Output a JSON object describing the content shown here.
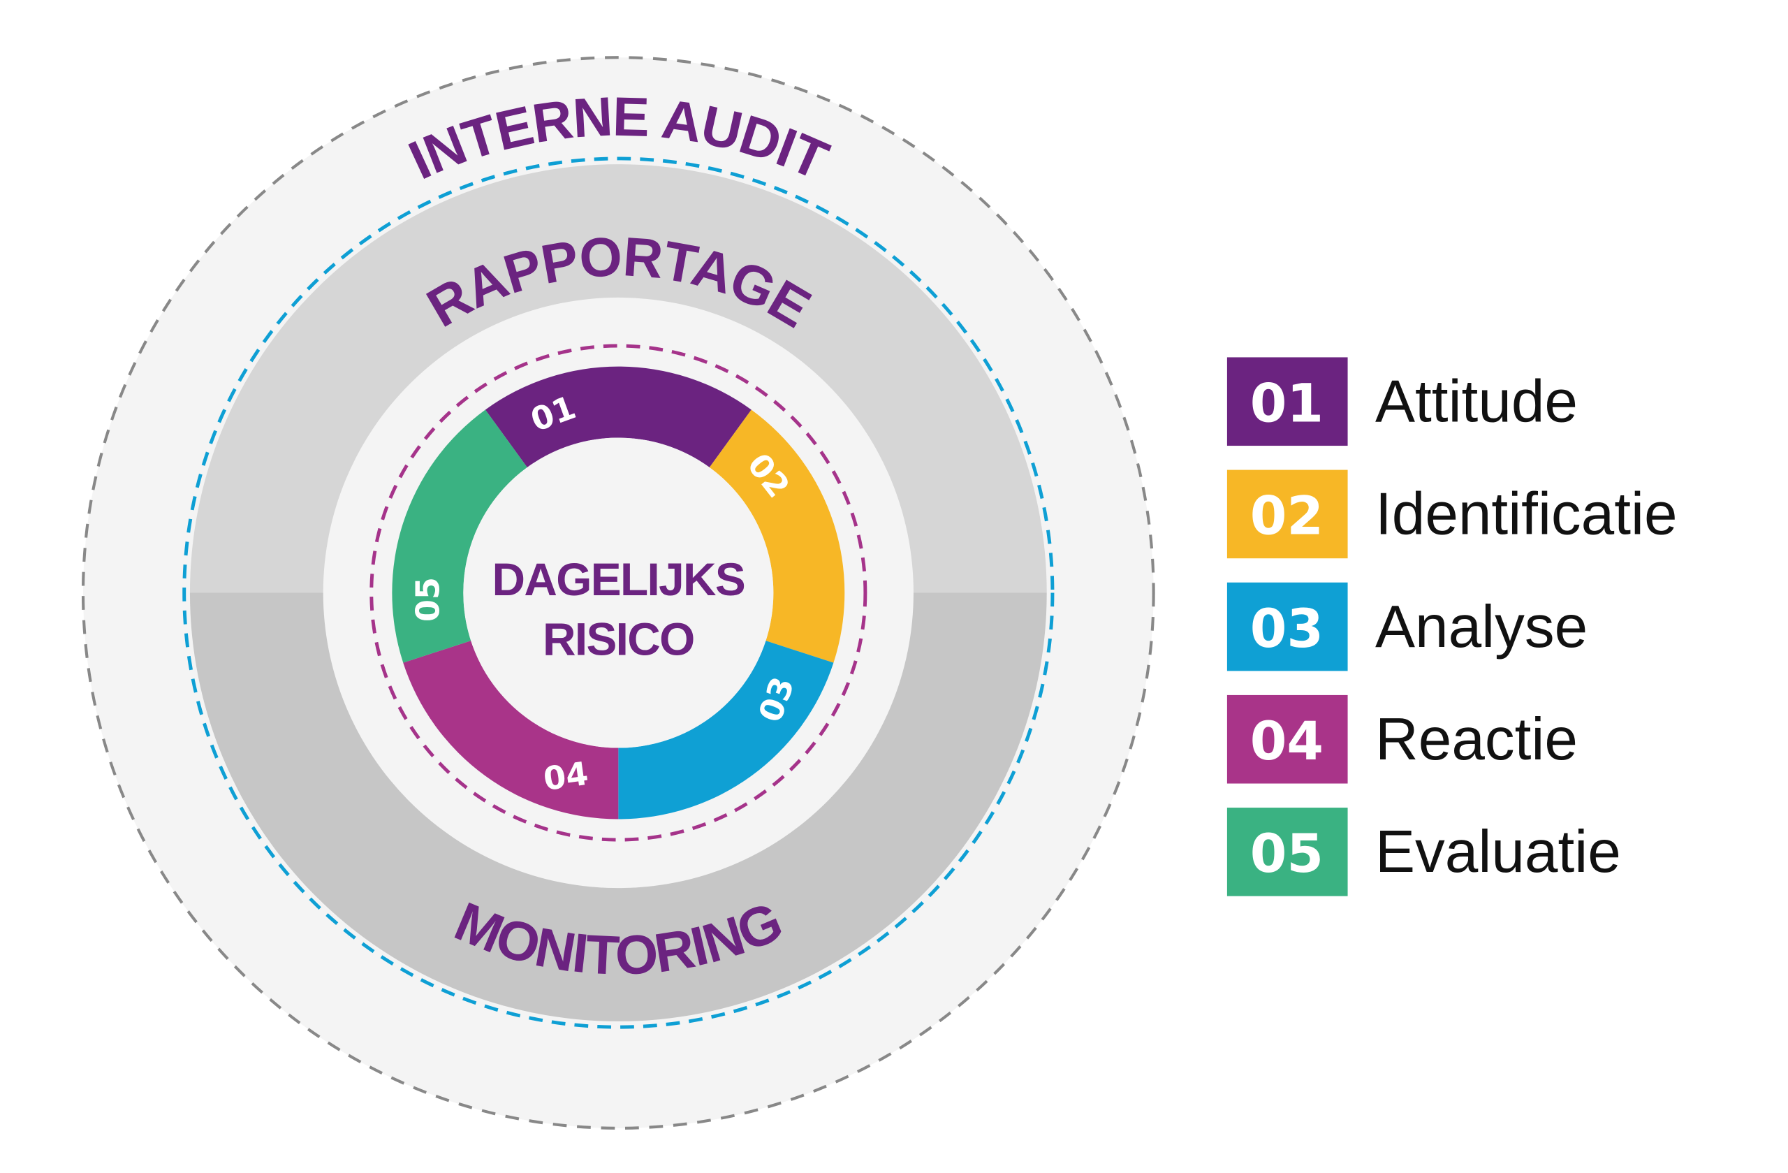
{
  "rings": {
    "outer": "INTERNE AUDIT",
    "middle_top": "RAPPORTAGE",
    "middle_bottom": "MONITORING"
  },
  "center": {
    "line1": "DAGELIJKS",
    "line2": "RISICO"
  },
  "colors": {
    "purple_text": "#6b2380",
    "outer_bg": "#f4f4f4",
    "band_top": "#d6d6d6",
    "band_bottom": "#c6c6c6",
    "blue_dash": "#0e9fd4",
    "purple_dash": "#a5338a",
    "grey_dash": "#888888"
  },
  "segments": [
    {
      "num": "01",
      "label": "Attitude",
      "color": "#6b2380"
    },
    {
      "num": "02",
      "label": "Identificatie",
      "color": "#f7b726"
    },
    {
      "num": "03",
      "label": "Analyse",
      "color": "#0fa0d4"
    },
    {
      "num": "04",
      "label": "Reactie",
      "color": "#a93489"
    },
    {
      "num": "05",
      "label": "Evaluatie",
      "color": "#3ab282"
    }
  ]
}
